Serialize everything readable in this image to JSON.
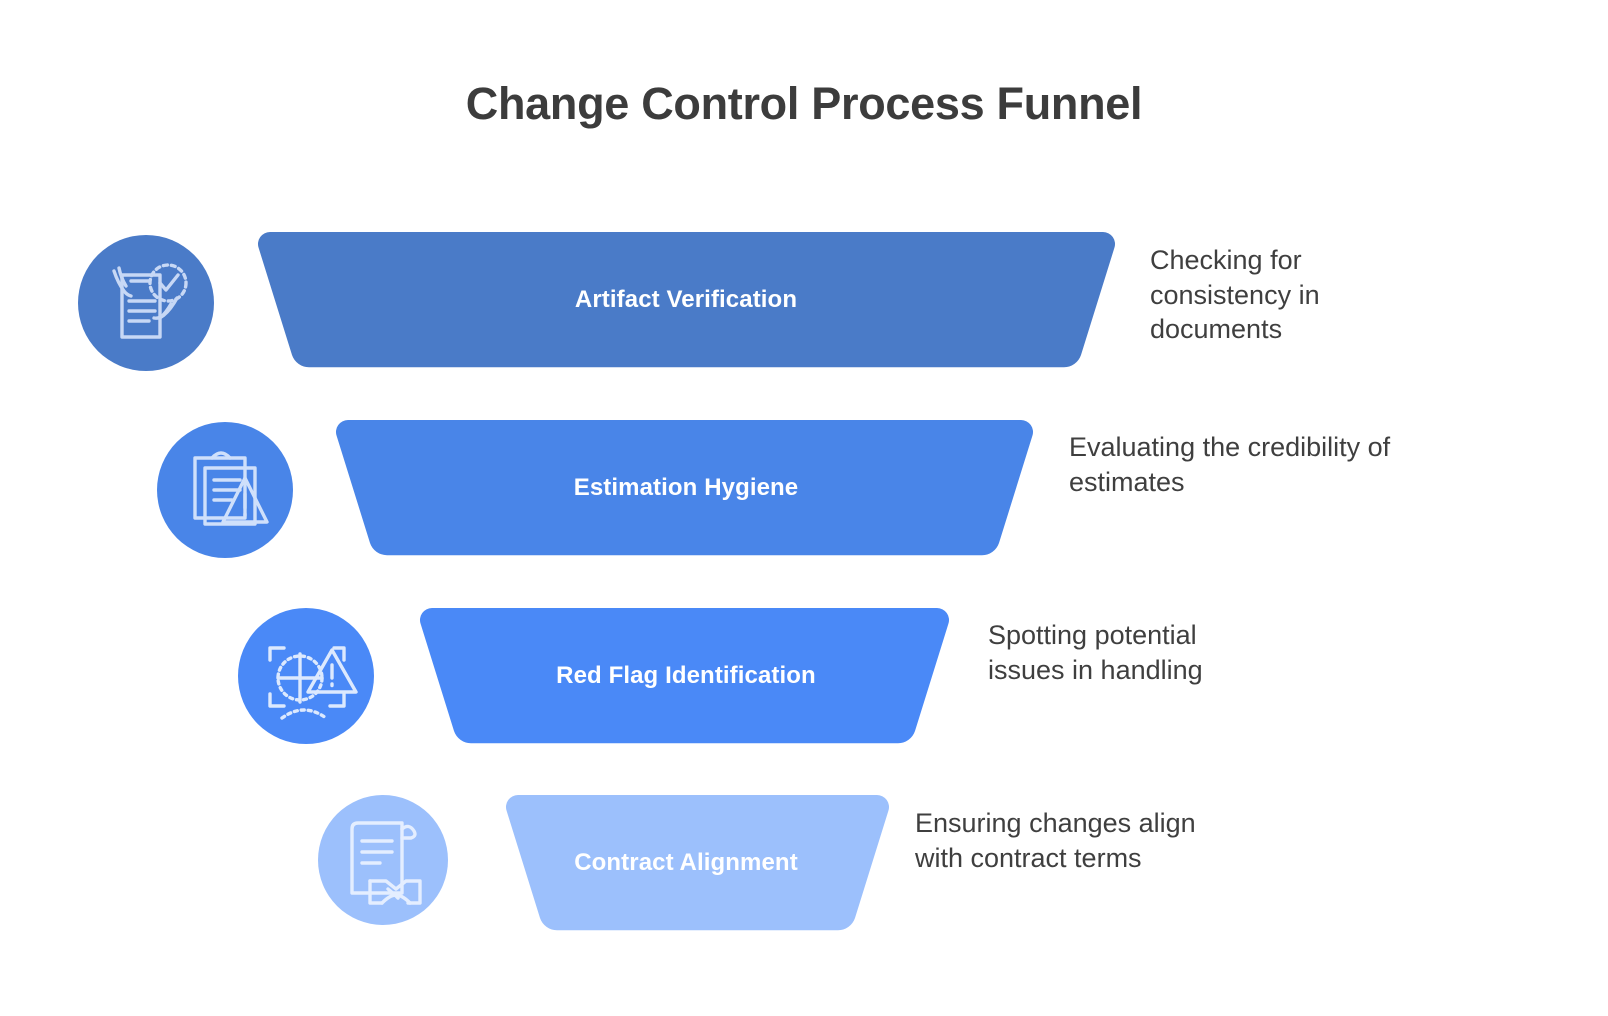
{
  "title": "Change Control Process Funnel",
  "theme": {
    "background": "#ffffff",
    "title_color": "#3c3c3c",
    "description_color": "#3f3f3f",
    "label_color": "#ffffff"
  },
  "funnel": {
    "type": "funnel",
    "stages": [
      {
        "label": "Artifact Verification",
        "description": "Checking for consistency in documents",
        "color": "#4a7bc8",
        "icon": "document-check-icon",
        "icon_circle_color": "#4a7bc8",
        "width_rank": 1
      },
      {
        "label": "Estimation Hygiene",
        "description": "Evaluating the credibility of estimates",
        "color": "#4985e8",
        "icon": "clipboard-warning-icon",
        "icon_circle_color": "#4985e8",
        "width_rank": 2
      },
      {
        "label": "Red Flag Identification",
        "description": "Spotting potential issues in handling",
        "color": "#4a89f7",
        "icon": "scan-warning-icon",
        "icon_circle_color": "#4a89f7",
        "width_rank": 3
      },
      {
        "label": "Contract Alignment",
        "description": "Ensuring changes align with contract terms",
        "color": "#9cc0fc",
        "icon": "contract-handshake-icon",
        "icon_circle_color": "#9cc0fc",
        "width_rank": 4
      }
    ]
  }
}
